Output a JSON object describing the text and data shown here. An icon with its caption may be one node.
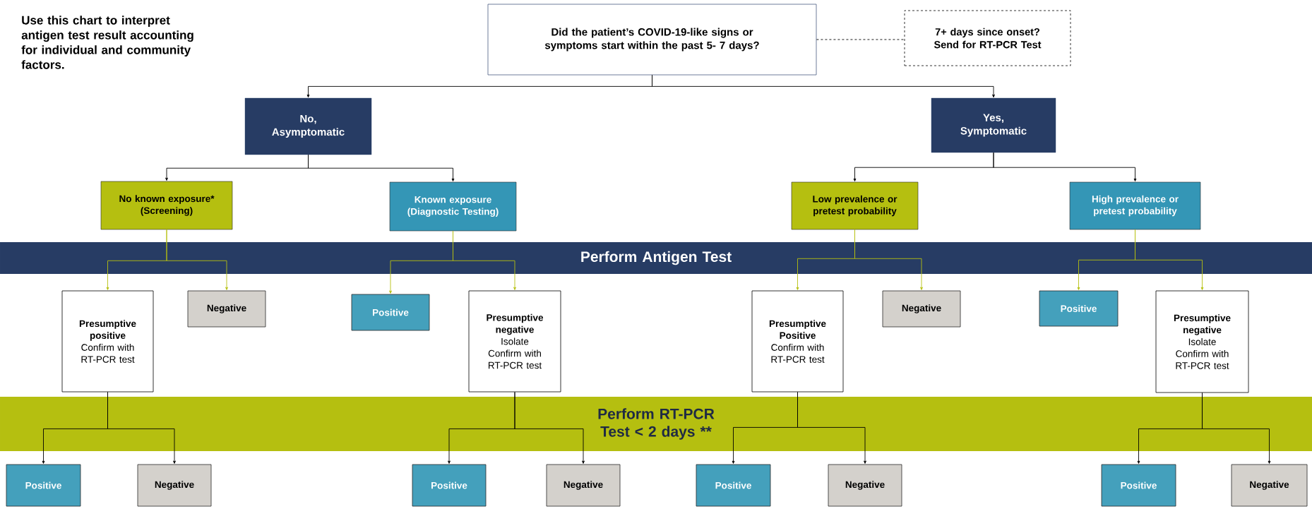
{
  "diagram": {
    "nodes": [
      {
        "text": [
          "Did the patient’s COVID-19-like signs or symptoms start within the past 5- 7 days?"
        ]
      },
      {
        "text": [
          "7+ days since onset? Send for RT-PCR Test"
        ]
      },
      {
        "text": [
          "No, Asymptomatic"
        ]
      },
      {
        "text": [
          "Yes, Symptomatic"
        ]
      },
      {
        "text": [
          "No known exposure* (Screening)"
        ]
      },
      {
        "text": [
          "Known exposure (Diagnostic Testing)"
        ]
      },
      {
        "text": [
          "Low prevalence or pretest probability"
        ]
      },
      {
        "text": [
          "High prevalence or pretest probability"
        ]
      },
      {
        "text": [
          "Presumptive positive",
          "Confirm with RT-PCR test"
        ]
      },
      {
        "text": [
          "Negative"
        ]
      },
      {
        "text": [
          "Positive"
        ]
      },
      {
        "text": [
          "Presumptive negative",
          "Isolate",
          "Confirm with RT-PCR test"
        ]
      },
      {
        "text": [
          "Presumptive Positive",
          "Confirm with RT-PCR test"
        ]
      },
      {
        "text": [
          "Negative"
        ]
      },
      {
        "text": [
          "Positive"
        ]
      },
      {
        "text": [
          "Presumptive negative",
          "Isolate",
          "Confirm with RT-PCR test"
        ]
      },
      {
        "text": [
          "Positive"
        ]
      },
      {
        "text": [
          "Negative"
        ]
      },
      {
        "text": [
          "Positive"
        ]
      },
      {
        "text": [
          "Negative"
        ]
      },
      {
        "text": [
          "Positive"
        ]
      },
      {
        "text": [
          "Negative"
        ]
      },
      {
        "text": [
          "Positive"
        ]
      },
      {
        "text": [
          "Negative"
        ]
      }
    ],
    "edges": [
      {
        "from": 0,
        "to": 1,
        "arrow": "none",
        "style": "dashed"
      },
      {
        "from": 0,
        "to": 2,
        "arrow": "to"
      },
      {
        "from": 0,
        "to": 3,
        "arrow": "to"
      },
      {
        "from": 2,
        "to": 4,
        "arrow": "to"
      },
      {
        "from": 2,
        "to": 5,
        "arrow": "to"
      },
      {
        "from": 3,
        "to": 6,
        "arrow": "to"
      },
      {
        "from": 3,
        "to": 7,
        "arrow": "to"
      },
      {
        "from": 4,
        "to": 8,
        "arrow": "to",
        "color": "#b5bf10"
      },
      {
        "from": 4,
        "to": 9,
        "arrow": "to",
        "color": "#b5bf10"
      },
      {
        "from": 5,
        "to": 10,
        "arrow": "to",
        "color": "#b5bf10"
      },
      {
        "from": 5,
        "to": 11,
        "arrow": "to",
        "color": "#b5bf10"
      },
      {
        "from": 6,
        "to": 12,
        "arrow": "to",
        "color": "#b5bf10"
      },
      {
        "from": 6,
        "to": 13,
        "arrow": "to",
        "color": "#b5bf10"
      },
      {
        "from": 7,
        "to": 14,
        "arrow": "to",
        "color": "#b5bf10"
      },
      {
        "from": 7,
        "to": 15,
        "arrow": "to",
        "color": "#b5bf10"
      },
      {
        "from": 8,
        "to": 16,
        "arrow": "to"
      },
      {
        "from": 8,
        "to": 17,
        "arrow": "to"
      },
      {
        "from": 11,
        "to": 18,
        "arrow": "to"
      },
      {
        "from": 11,
        "to": 19,
        "arrow": "to"
      },
      {
        "from": 12,
        "to": 20,
        "arrow": "to"
      },
      {
        "from": 12,
        "to": 21,
        "arrow": "to"
      },
      {
        "from": 15,
        "to": 22,
        "arrow": "to"
      },
      {
        "from": 15,
        "to": 23,
        "arrow": "to"
      }
    ],
    "labels": [
      "Use this chart to interpret antigen test result accounting for individual and community factors.",
      "Perform Antigen Test",
      "Perform RT-PCR Test < 2 days **"
    ]
  }
}
